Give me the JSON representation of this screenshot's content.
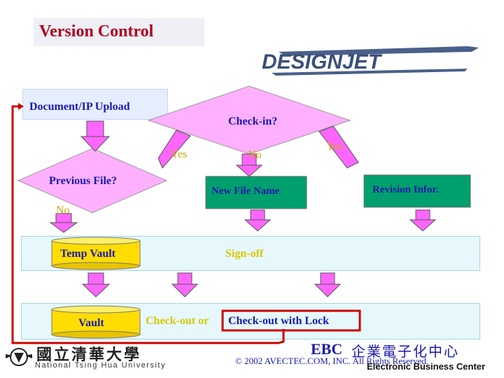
{
  "title": "Version Control",
  "logo_text": "DESIGNJET",
  "nodes": {
    "upload": "Document/IP Upload",
    "checkin": "Check-in?",
    "previous": "Previous File?",
    "new_name": "New File Name",
    "revision": "Revision Infor.",
    "temp_vault": "Temp Vault",
    "signoff": "Sign-off",
    "vault": "Vault",
    "checkout": "Check-out or",
    "checkout_lock": "Check-out with Lock"
  },
  "edges": {
    "checkin_yes_left": "Yes",
    "checkin_no": "No",
    "checkin_yes_right": "Yes",
    "previous_no": "No"
  },
  "footer": {
    "university_cn": "國立清華大學",
    "university_en": "National Tsing Hua University",
    "ebc": "EBC",
    "ebc_cn": "企業電子化中心",
    "ebc_en": "Electronic Business Center",
    "copyright": "© 2002 AVECTEC.COM, INC.  All Rights Reserved."
  },
  "colors": {
    "title": "#b00020",
    "node_text": "#1a1aa8",
    "green_box": "#00a06e",
    "diamond": "#ffb0ff",
    "arrow": "#ff66ff",
    "highlight": "#cc0000",
    "band": "#e6f8fb",
    "edge_label": "#c8a800"
  }
}
